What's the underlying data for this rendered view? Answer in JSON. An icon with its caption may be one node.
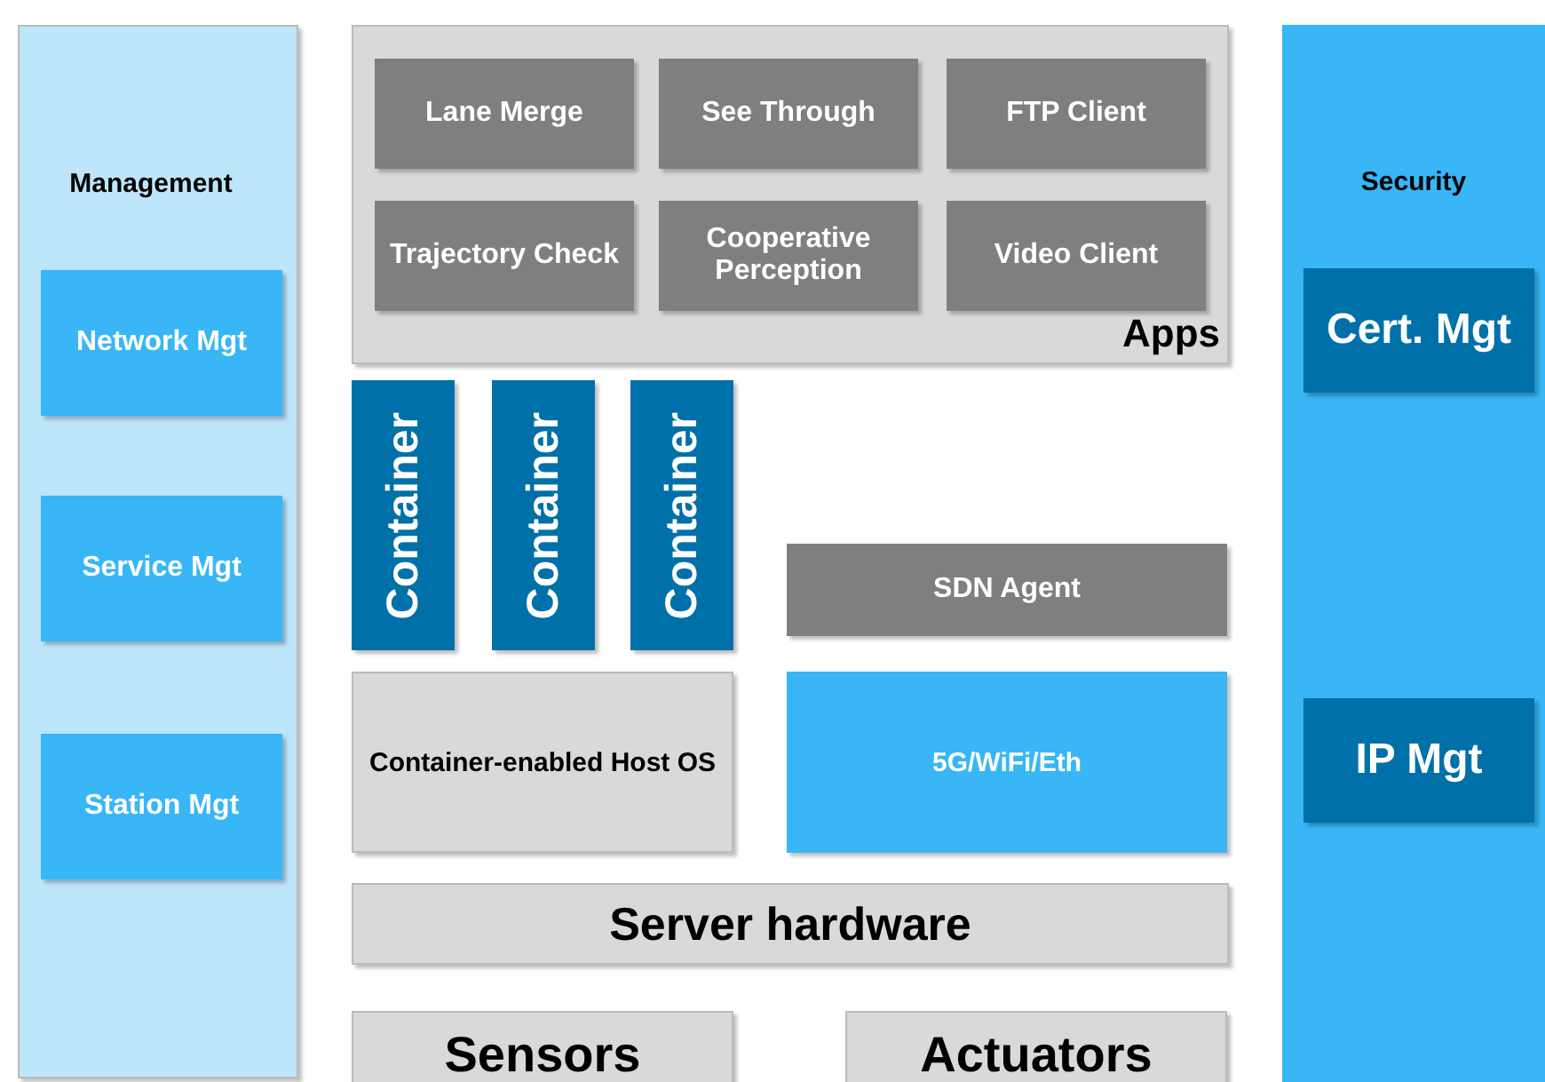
{
  "diagram": {
    "nodes": [
      {
        "text": [
          "Management"
        ]
      },
      {
        "text": [
          "Network Mgt"
        ],
        "in": 0
      },
      {
        "text": [
          "Service Mgt"
        ],
        "in": 0
      },
      {
        "text": [
          "Station Mgt"
        ],
        "in": 0
      },
      {
        "text": [
          "Apps"
        ]
      },
      {
        "text": [
          "Lane Merge"
        ],
        "in": 4
      },
      {
        "text": [
          "See Through"
        ],
        "in": 4
      },
      {
        "text": [
          "FTP Client"
        ],
        "in": 4
      },
      {
        "text": [
          "Trajectory Check"
        ],
        "in": 4
      },
      {
        "text": [
          "Cooperative Perception"
        ],
        "in": 4
      },
      {
        "text": [
          "Video Client"
        ],
        "in": 4
      },
      {
        "text": [
          "Container"
        ]
      },
      {
        "text": [
          "Container"
        ]
      },
      {
        "text": [
          "Container"
        ]
      },
      {
        "text": [
          "SDN Agent"
        ]
      },
      {
        "text": [
          "Container-enabled Host OS"
        ]
      },
      {
        "text": [
          "5G/WiFi/Eth"
        ]
      },
      {
        "text": [
          "Server hardware"
        ]
      },
      {
        "text": [
          "Sensors"
        ]
      },
      {
        "text": [
          "Actuators"
        ]
      },
      {
        "text": [
          "Security"
        ]
      },
      {
        "text": [
          "Cert. Mgt"
        ],
        "in": 20
      },
      {
        "text": [
          "IP Mgt"
        ],
        "in": 20
      }
    ],
    "edges": []
  }
}
